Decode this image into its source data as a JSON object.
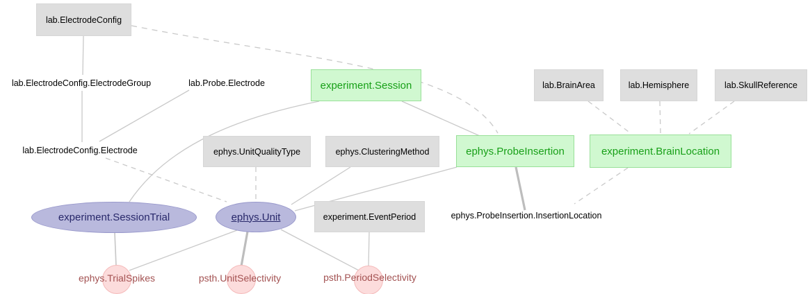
{
  "diagram": {
    "kind": "datajoint-erd",
    "colors": {
      "background": "#ffffff",
      "lookup_fill": "#dedede",
      "manual_fill": "#d0f8d0",
      "manual_border": "#98e098",
      "manual_text": "#18a018",
      "imported_fill": "#b9b9dd",
      "imported_border": "#9898cb",
      "imported_text": "#28286a",
      "computed_fill": "#fcdcdc",
      "computed_border": "#f5baba",
      "computed_text": "#a35252",
      "part_text": "#000000",
      "edge": "#c9c9c9",
      "edge_thick": "#bdbdbd"
    },
    "nodes": [
      {
        "label": "lab.ElectrodeConfig",
        "type": "lookup-table"
      },
      {
        "label": "lab.ElectrodeConfig.ElectrodeGroup",
        "type": "part-table"
      },
      {
        "label": "lab.Probe.Electrode",
        "type": "part-table"
      },
      {
        "label": "experiment.Session",
        "type": "manual-table"
      },
      {
        "label": "lab.BrainArea",
        "type": "lookup-table"
      },
      {
        "label": "lab.Hemisphere",
        "type": "lookup-table"
      },
      {
        "label": "lab.SkullReference",
        "type": "lookup-table"
      },
      {
        "label": "lab.ElectrodeConfig.Electrode",
        "type": "part-table"
      },
      {
        "label": "ephys.UnitQualityType",
        "type": "lookup-table"
      },
      {
        "label": "ephys.ClusteringMethod",
        "type": "lookup-table"
      },
      {
        "label": "ephys.ProbeInsertion",
        "type": "manual-table"
      },
      {
        "label": "experiment.BrainLocation",
        "type": "manual-table"
      },
      {
        "label": "experiment.SessionTrial",
        "type": "imported-table"
      },
      {
        "label": "ephys.Unit",
        "type": "imported-table",
        "underlined": true
      },
      {
        "label": "experiment.EventPeriod",
        "type": "lookup-table"
      },
      {
        "label": "ephys.ProbeInsertion.InsertionLocation",
        "type": "part-table"
      },
      {
        "label": "ephys.TrialSpikes",
        "type": "computed-table"
      },
      {
        "label": "psth.UnitSelectivity",
        "type": "computed-table"
      },
      {
        "label": "psth.PeriodSelectivity",
        "type": "computed-table"
      }
    ],
    "edges": [
      {
        "from": "lab.ElectrodeConfig",
        "to": "lab.ElectrodeConfig.ElectrodeGroup",
        "style": "solid",
        "weight": "normal"
      },
      {
        "from": "lab.ElectrodeConfig.ElectrodeGroup",
        "to": "lab.ElectrodeConfig.Electrode",
        "style": "solid",
        "weight": "normal"
      },
      {
        "from": "lab.Probe.Electrode",
        "to": "lab.ElectrodeConfig.Electrode",
        "style": "solid",
        "weight": "normal"
      },
      {
        "from": "experiment.Session",
        "to": "experiment.SessionTrial",
        "style": "solid",
        "weight": "normal"
      },
      {
        "from": "experiment.Session",
        "to": "ephys.ProbeInsertion",
        "style": "solid",
        "weight": "normal"
      },
      {
        "from": "ephys.ClusteringMethod",
        "to": "ephys.Unit",
        "style": "solid",
        "weight": "normal"
      },
      {
        "from": "ephys.ProbeInsertion",
        "to": "ephys.Unit",
        "style": "solid",
        "weight": "normal"
      },
      {
        "from": "ephys.ProbeInsertion",
        "to": "ephys.ProbeInsertion.InsertionLocation",
        "style": "solid",
        "weight": "thick"
      },
      {
        "from": "experiment.SessionTrial",
        "to": "ephys.TrialSpikes",
        "style": "solid",
        "weight": "normal"
      },
      {
        "from": "ephys.Unit",
        "to": "ephys.TrialSpikes",
        "style": "solid",
        "weight": "normal"
      },
      {
        "from": "ephys.Unit",
        "to": "psth.UnitSelectivity",
        "style": "solid",
        "weight": "thick"
      },
      {
        "from": "ephys.Unit",
        "to": "psth.PeriodSelectivity",
        "style": "solid",
        "weight": "normal"
      },
      {
        "from": "experiment.EventPeriod",
        "to": "psth.PeriodSelectivity",
        "style": "solid",
        "weight": "normal"
      },
      {
        "from": "lab.ElectrodeConfig",
        "to": "ephys.ProbeInsertion",
        "style": "dashed",
        "weight": "normal"
      },
      {
        "from": "lab.ElectrodeConfig.Electrode",
        "to": "ephys.Unit",
        "style": "dashed",
        "weight": "normal"
      },
      {
        "from": "ephys.UnitQualityType",
        "to": "ephys.Unit",
        "style": "dashed",
        "weight": "normal"
      },
      {
        "from": "lab.BrainArea",
        "to": "experiment.BrainLocation",
        "style": "dashed",
        "weight": "normal"
      },
      {
        "from": "lab.Hemisphere",
        "to": "experiment.BrainLocation",
        "style": "dashed",
        "weight": "normal"
      },
      {
        "from": "lab.SkullReference",
        "to": "experiment.BrainLocation",
        "style": "dashed",
        "weight": "normal"
      },
      {
        "from": "experiment.BrainLocation",
        "to": "ephys.ProbeInsertion.InsertionLocation",
        "style": "dashed",
        "weight": "normal"
      }
    ]
  }
}
